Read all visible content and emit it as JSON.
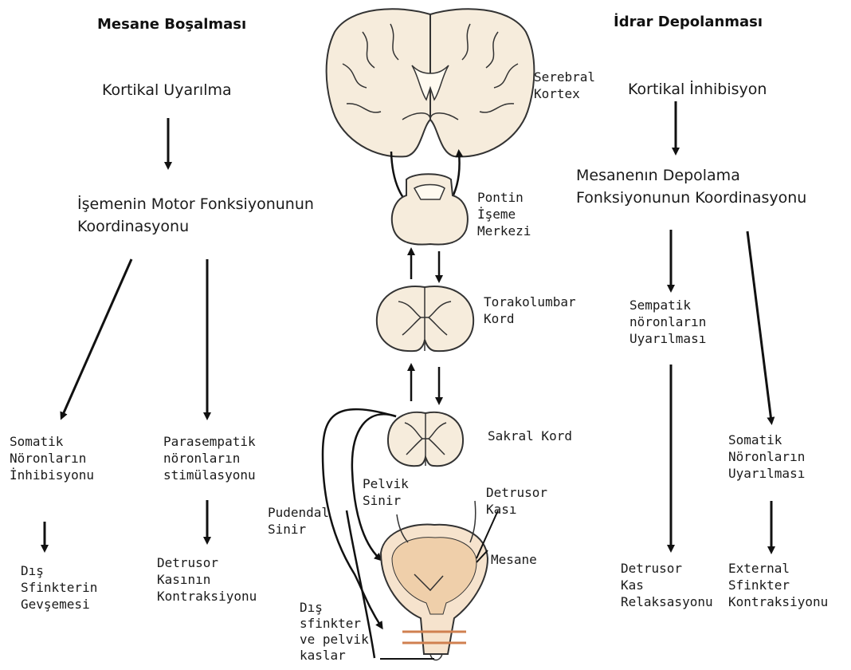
{
  "left": {
    "title": "Mesane Boşalması",
    "cortical": "Kortikal Uyarılma",
    "coord": "İşemenin Motor Fonksiyonunun\nKoordinasyonu",
    "somatic": "Somatik\nNöronların\nİnhibisyonu",
    "para": "Parasempatik\nnöronların\nstimülasyonu",
    "sphincter": "Dış\nSfinkterin\nGevşemesi",
    "detrusor": "Detrusor\nKasının\nKontraksiyonu"
  },
  "right": {
    "title": "İdrar Depolanması",
    "cortical": "Kortikal İnhibisyon",
    "coord": "Mesanenın Depolama\nFonksiyonunun Koordinasyonu",
    "symp": "Sempatik\nnöronların\nUyarılması",
    "somatic": "Somatik\nNöronların\nUyarılması",
    "detrusor": "Detrusor\nKas\nRelaksasyonu",
    "sphincter": "External\nSfinkter\nKontraksiyonu"
  },
  "center": {
    "cortex": "Serebral\nKortex",
    "pontin": "Pontin\nİşeme\nMerkezi",
    "thoraco": "Torakolumbar\nKord",
    "sacral": "Sakral Kord",
    "pelvic": "Pelvik\nSinir",
    "pudendal": "Pudendal\nSinir",
    "detrusor_muscle": "Detrusor\nKası",
    "bladder": "Mesane",
    "ext_sphincter": "Dış\nsfinkter\nve pelvik\nkaslar"
  }
}
